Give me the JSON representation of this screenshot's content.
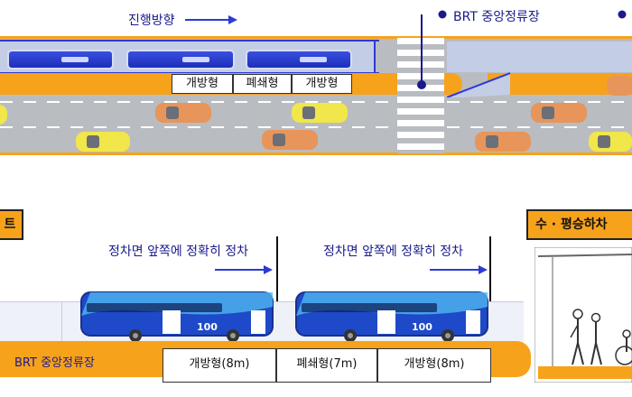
{
  "top": {
    "direction_label": "진행방향",
    "brt_label": "BRT 중앙정류장",
    "stops": [
      "개방형",
      "폐쇄형",
      "개방형"
    ]
  },
  "bottom": {
    "left_tag": "트",
    "right_tag": "수 · 평승하차",
    "stop_notice_1": "정차면 앞쪽에 정확히 정차",
    "stop_notice_2": "정차면 앞쪽에 정확히 정차",
    "brt_label": "BRT 중앙정류장",
    "platforms": [
      "개방형(8m)",
      "폐쇄형(7m)",
      "개방형(8m)"
    ],
    "bus_number_1": "100",
    "bus_number_2": "100"
  },
  "colors": {
    "brt_orange": "#f7a21b",
    "bus_blue": "#1c2fb8",
    "label_navy": "#1a1a8c",
    "road_gray": "#b9bcc1"
  },
  "icons": [
    "arrow-right-icon",
    "dot-icon",
    "pedestrian-icon",
    "wheelchair-icon",
    "bus-icon",
    "car-icon"
  ]
}
